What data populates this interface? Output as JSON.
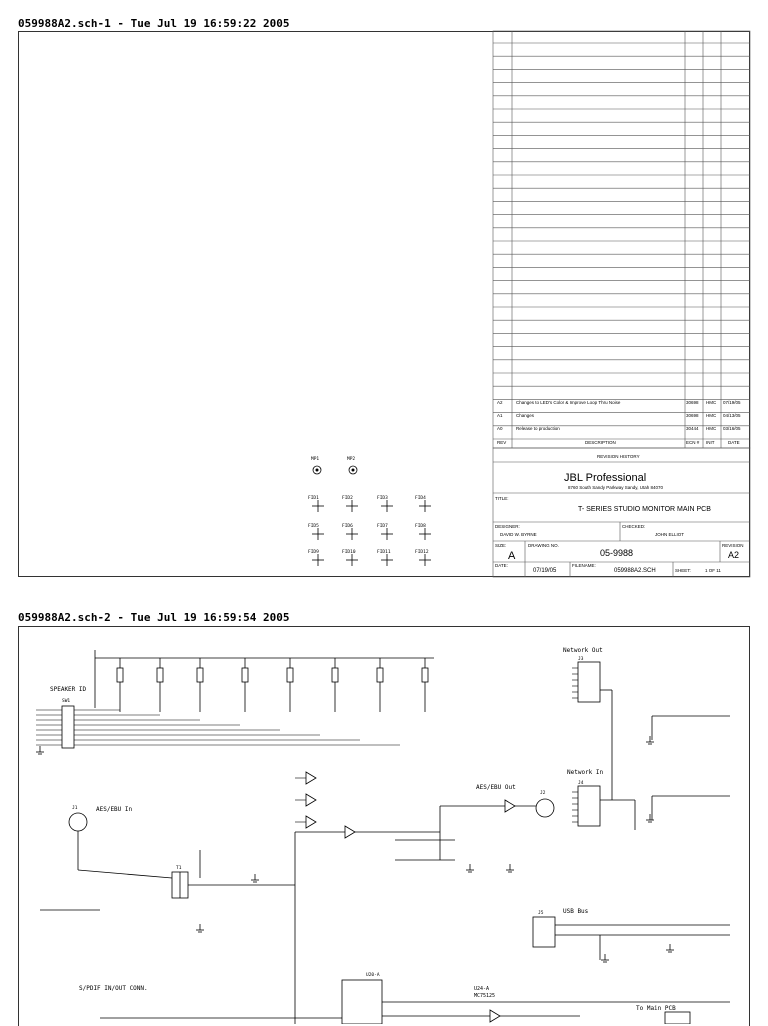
{
  "sheet1": {
    "header": "059988A2.sch-1 - Tue Jul 19 16:59:22 2005",
    "revision_rows": [
      {
        "rev": "A2",
        "description": "Changes to LED's Color & Improve Loop Thru Noise",
        "ecn": "30698",
        "init": "HMC",
        "date": "07/19/05"
      },
      {
        "rev": "A1",
        "description": "Changes",
        "ecn": "30698",
        "init": "HMC",
        "date": "04/13/05"
      },
      {
        "rev": "A0",
        "description": "Release to production",
        "ecn": "30444",
        "init": "HMC",
        "date": "03/16/05"
      }
    ],
    "revision_header": {
      "rev": "REV",
      "description": "DESCRIPTION",
      "ecn": "ECN #",
      "init": "INIT",
      "date": "DATE"
    },
    "revision_history_label": "REVISION HISTORY",
    "company": "JBL Professional",
    "address": "8760 South Sandy Parkway  Sandy, Utah  84070",
    "title_label": "TITLE:",
    "title": "T- SERIES STUDIO MONITOR MAIN PCB",
    "designer_label": "DESIGNER:",
    "designer": "DAVID W. BYRNE",
    "checked_label": "CHECKED:",
    "checked": "JOHN ELLIOT",
    "size_label": "SIZE:",
    "size": "A",
    "drawing_no_label": "DRAWING NO.",
    "drawing_no": "05-9988",
    "revision_label": "REVISION",
    "revision": "A2",
    "date_label": "DATE:",
    "date": "07/19/05",
    "filename_label": "FILENAME:",
    "filename": "059988A2.SCH",
    "sheet_label": "SHEET:",
    "sheet": "1  OF  11",
    "mounts": [
      "MP1",
      "MP2"
    ],
    "fiducials": [
      "FID1",
      "FID2",
      "FID3",
      "FID4",
      "FID5",
      "FID6",
      "FID7",
      "FID8",
      "FID9",
      "FID10",
      "FID11",
      "FID12"
    ]
  },
  "sheet2": {
    "header": "059988A2.sch-2 - Tue Jul 19 16:59:54 2005",
    "labels": {
      "speaker_id": "SPEAKER ID",
      "sw1": "SW1",
      "aes_in": "AES/EBU In",
      "aes_out": "AES/EBU Out",
      "network_out": "Network Out",
      "network_in": "Network In",
      "usb": "USB Bus",
      "spdif": "S/PDIF IN/OUT CONN.",
      "to_main": "To Main PCB",
      "u24": "U24-A",
      "u24_part": "MC75125",
      "u20": "U20-A",
      "t1": "T1",
      "j1": "J1",
      "j2": "J2",
      "j3": "J3",
      "j4": "J4",
      "j5": "J5"
    }
  },
  "colors": {
    "ink": "#000000",
    "frame": "#333333",
    "paper": "#ffffff"
  }
}
